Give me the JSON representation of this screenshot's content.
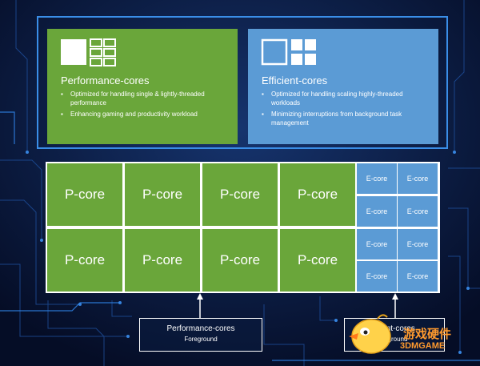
{
  "top_cards": {
    "performance": {
      "title": "Performance-cores",
      "bullets": [
        "Optimized for handling single & lightly-threaded performance",
        "Enhancing gaming and productivity workload"
      ]
    },
    "efficient": {
      "title": "Efficient-cores",
      "bullets": [
        "Optimized for handling scaling highly-threaded workloads",
        "Minimizing interruptions from background task management"
      ]
    }
  },
  "core_grid": {
    "pcore_label": "P-core",
    "ecore_label": "E-core",
    "pcore_count": 8,
    "ecore_count": 8
  },
  "bottom_labels": {
    "performance": {
      "main": "Performance-cores",
      "sub": "Foreground"
    },
    "efficient": {
      "main": "…ent-cores",
      "sub": "…ground"
    }
  },
  "watermark": {
    "cn": "游戏硬件",
    "brand": "3DMGAME"
  },
  "colors": {
    "background": "#0a1a3e",
    "performance_green": "#6aa63a",
    "efficient_blue": "#5b9bd5",
    "frame_blue": "#3a8ee8"
  }
}
